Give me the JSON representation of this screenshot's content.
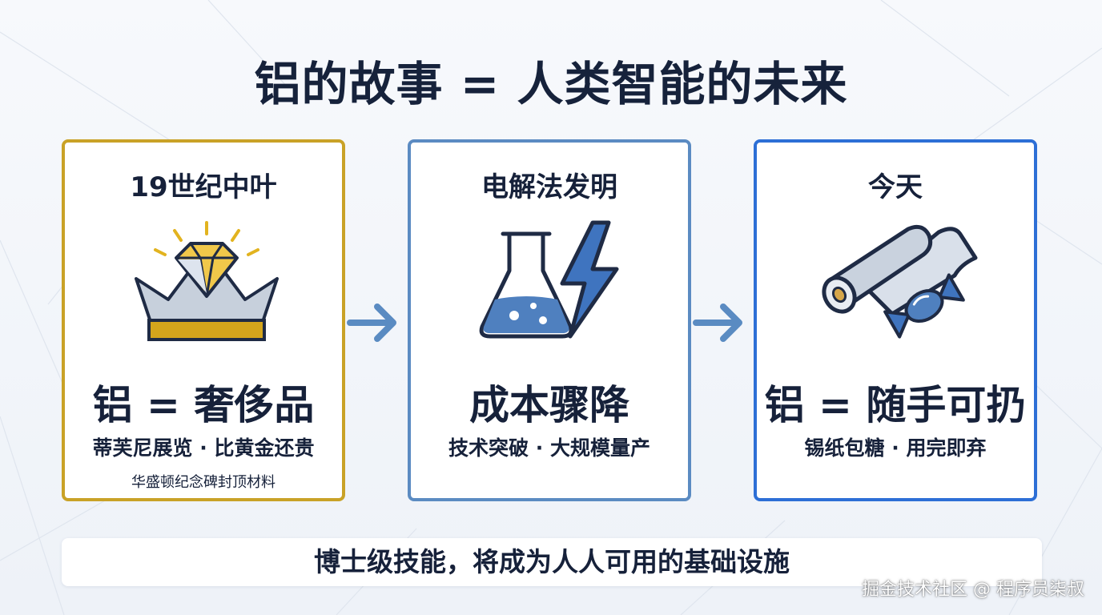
{
  "title": "铝的故事 = 人类智能的未来",
  "cards": [
    {
      "era": "19世纪中叶",
      "icon": "diamond-crown-icon",
      "headline": "铝 = 奢侈品",
      "description": "蒂芙尼展览 · 比黄金还贵",
      "note": "华盛顿纪念碑封顶材料",
      "accent_color": "#c9a227"
    },
    {
      "era": "电解法发明",
      "icon": "flask-lightning-icon",
      "headline": "成本骤降",
      "description": "技术突破 · 大规模量产",
      "accent_color": "#5b8bc2"
    },
    {
      "era": "今天",
      "icon": "foil-roll-candy-icon",
      "headline": "铝 = 随手可扔",
      "description": "锡纸包糖 · 用完即弃",
      "accent_color": "#2d6fd6"
    }
  ],
  "arrows": [
    "arrow-right-icon",
    "arrow-right-icon"
  ],
  "footer": "博士级技能，将成为人人可用的基础设施",
  "watermark": "掘金技术社区 @ 程序员柒叔",
  "colors": {
    "title": "#16223b",
    "arrow": "#5a8bc2",
    "background": "#f3f6fa"
  }
}
